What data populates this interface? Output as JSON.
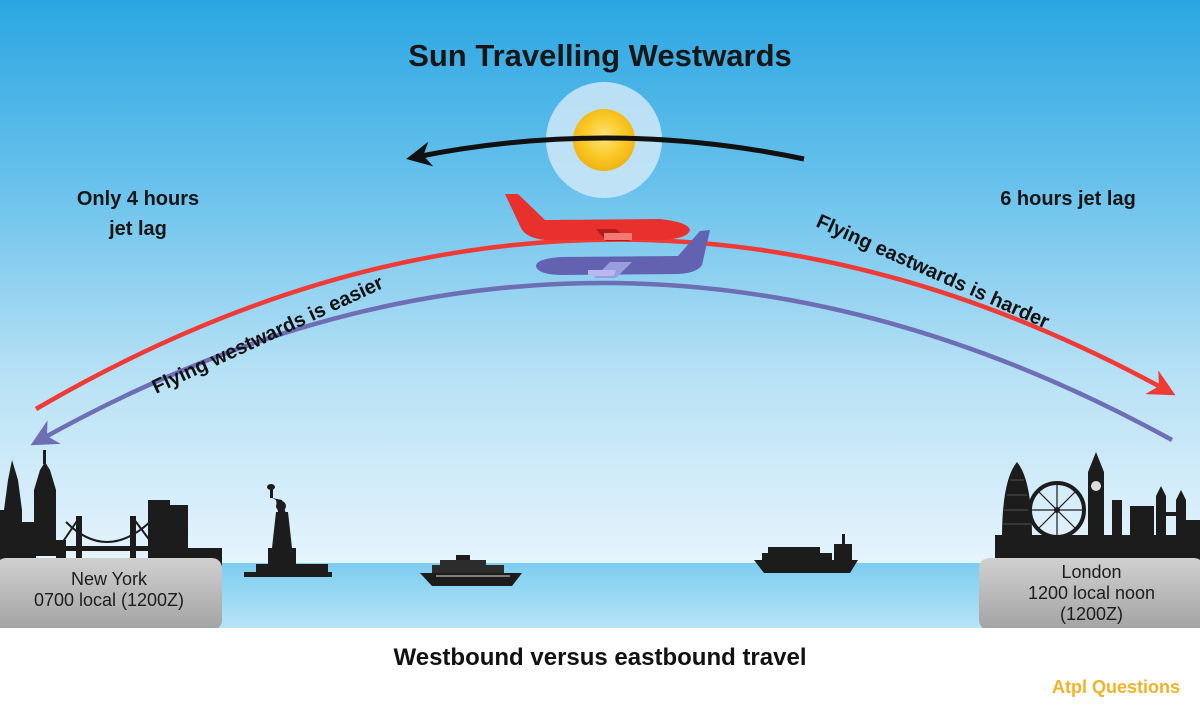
{
  "title": "Sun Travelling Westwards",
  "west_note": {
    "line1": "Only 4 hours",
    "line2": "jet lag"
  },
  "east_note": "6 hours jet lag",
  "east_path_label": "Flying eastwards is harder",
  "west_path_label": "Flying westwards is easier",
  "new_york": {
    "name": "New York",
    "time": "0700 local (1200Z)"
  },
  "london": {
    "name": "London",
    "time": "1200 local noon",
    "zulu": "(1200Z)"
  },
  "caption": "Westbound versus eastbound travel",
  "brand": "Atpl Questions",
  "colors": {
    "sky_top": "#2aa6e2",
    "sun": "#f7c61d",
    "eastbound": "#ef3a36",
    "westbound": "#6e6eb4",
    "sea": "#8fd1ef",
    "skyline": "#1c1c1c",
    "brand": "#f2b227"
  },
  "icons": [
    "sun-icon",
    "red-airplane-icon",
    "blue-airplane-icon",
    "new-york-skyline-icon",
    "statue-of-liberty-icon",
    "cruise-ship-icon",
    "cargo-ship-icon",
    "london-skyline-icon"
  ]
}
